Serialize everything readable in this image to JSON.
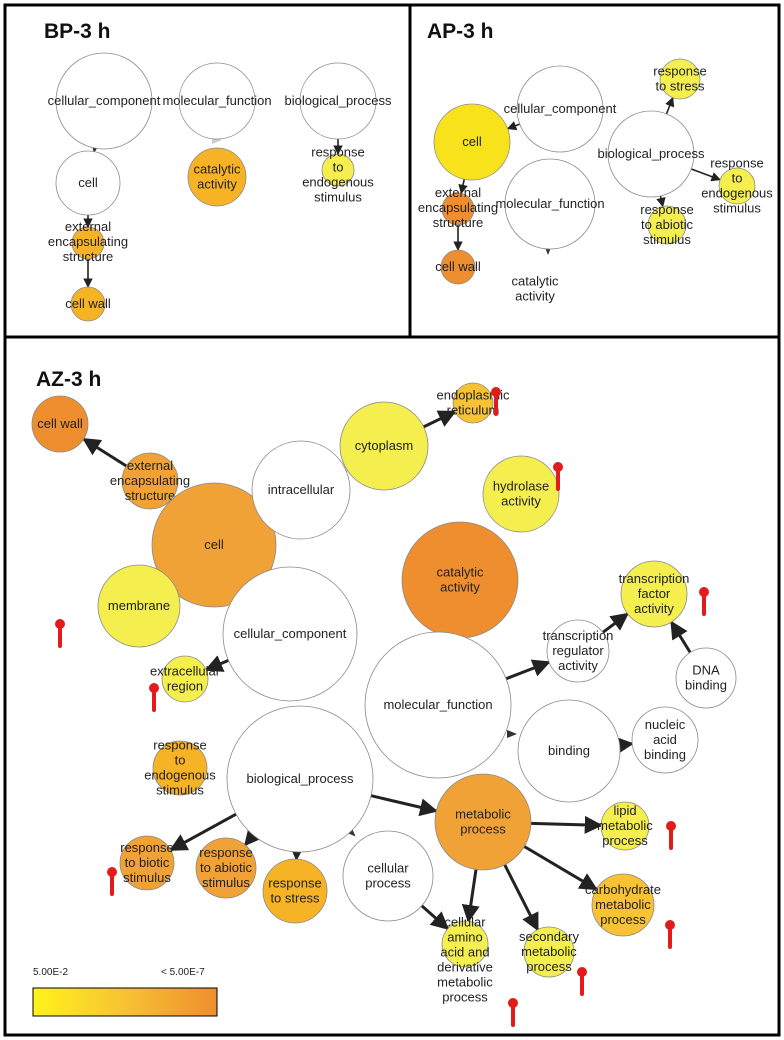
{
  "panels": [
    {
      "id": "bp",
      "title": "BP-3 h"
    },
    {
      "id": "ap",
      "title": "AP-3 h"
    },
    {
      "id": "az",
      "title": "AZ-3 h"
    }
  ],
  "colors": {
    "white": "#ffffff",
    "light_yellow": "#f4ef4e",
    "yellow": "#f7e21c",
    "yellow_orange": "#f7c234",
    "orange_yellow": "#f6b326",
    "orange": "#f1a236",
    "dark_orange": "#ee8e2e",
    "stroke": "#8a8a8a",
    "pin": "#e21b1b",
    "border": "#000000"
  },
  "nodes": {
    "bp_cc": {
      "lines": [
        "cellular_component"
      ]
    },
    "bp_mf": {
      "lines": [
        "molecular_function"
      ]
    },
    "bp_bp": {
      "lines": [
        "biological_process"
      ]
    },
    "bp_cell": {
      "lines": [
        "cell"
      ]
    },
    "bp_ext": {
      "lines": [
        "external",
        "encapsulating",
        "structure"
      ]
    },
    "bp_wall": {
      "lines": [
        "cell wall"
      ]
    },
    "bp_cat": {
      "lines": [
        "catalytic",
        "activity"
      ]
    },
    "bp_resp": {
      "lines": [
        "response",
        "to",
        "endogenous",
        "stimulus"
      ]
    },
    "ap_cc": {
      "lines": [
        "cellular_component"
      ]
    },
    "ap_cell": {
      "lines": [
        "cell"
      ]
    },
    "ap_ext": {
      "lines": [
        "external",
        "encapsulating",
        "structure"
      ]
    },
    "ap_wall": {
      "lines": [
        "cell wall"
      ]
    },
    "ap_mf": {
      "lines": [
        "molecular_function"
      ]
    },
    "ap_cat": {
      "lines": [
        "catalytic",
        "activity"
      ]
    },
    "ap_bp": {
      "lines": [
        "biological_process"
      ]
    },
    "ap_stress": {
      "lines": [
        "response",
        "to stress"
      ]
    },
    "ap_endo": {
      "lines": [
        "response",
        "to",
        "endogenous",
        "stimulus"
      ]
    },
    "ap_abiotic": {
      "lines": [
        "response",
        "to abiotic",
        "stimulus"
      ]
    },
    "az_wall": {
      "lines": [
        "cell wall"
      ]
    },
    "az_ext": {
      "lines": [
        "external",
        "encapsulating",
        "structure"
      ]
    },
    "az_cell": {
      "lines": [
        "cell"
      ]
    },
    "az_intra": {
      "lines": [
        "intracellular"
      ]
    },
    "az_cyto": {
      "lines": [
        "cytoplasm"
      ]
    },
    "az_er": {
      "lines": [
        "endoplasmic",
        "reticulum"
      ]
    },
    "az_hydro": {
      "lines": [
        "hydrolase",
        "activity"
      ]
    },
    "az_cat": {
      "lines": [
        "catalytic",
        "activity"
      ]
    },
    "az_tf": {
      "lines": [
        "transcription",
        "factor",
        "activity"
      ]
    },
    "az_membrane": {
      "lines": [
        "membrane"
      ]
    },
    "az_cc": {
      "lines": [
        "cellular_component"
      ]
    },
    "az_extra": {
      "lines": [
        "extracellular",
        "region"
      ]
    },
    "az_mf": {
      "lines": [
        "molecular_function"
      ]
    },
    "az_treg": {
      "lines": [
        "transcription",
        "regulator",
        "activity"
      ]
    },
    "az_dna": {
      "lines": [
        "DNA",
        "binding"
      ]
    },
    "az_binding": {
      "lines": [
        "binding"
      ]
    },
    "az_nucleic": {
      "lines": [
        "nucleic",
        "acid",
        "binding"
      ]
    },
    "az_bp": {
      "lines": [
        "biological_process"
      ]
    },
    "az_endo": {
      "lines": [
        "response",
        "to",
        "endogenous",
        "stimulus"
      ]
    },
    "az_biotic": {
      "lines": [
        "response",
        "to biotic",
        "stimulus"
      ]
    },
    "az_abiotic": {
      "lines": [
        "response",
        "to abiotic",
        "stimulus"
      ]
    },
    "az_stress": {
      "lines": [
        "response",
        "to stress"
      ]
    },
    "az_cellproc": {
      "lines": [
        "cellular",
        "process"
      ]
    },
    "az_meta": {
      "lines": [
        "metabolic",
        "process"
      ]
    },
    "az_lipid": {
      "lines": [
        "lipid",
        "metabolic",
        "process"
      ]
    },
    "az_carb": {
      "lines": [
        "carbohydrate",
        "metabolic",
        "process"
      ]
    },
    "az_secondary": {
      "lines": [
        "secondary",
        "metabolic",
        "process"
      ]
    },
    "az_amino": {
      "lines": [
        "cellular",
        "amino",
        "acid and",
        "derivative",
        "metabolic",
        "process"
      ]
    }
  },
  "legend": {
    "min_label": "5.00E-2",
    "max_label": "< 5.00E-7",
    "gradient": [
      "#fff31a",
      "#f7c234",
      "#ee8e2e"
    ]
  }
}
